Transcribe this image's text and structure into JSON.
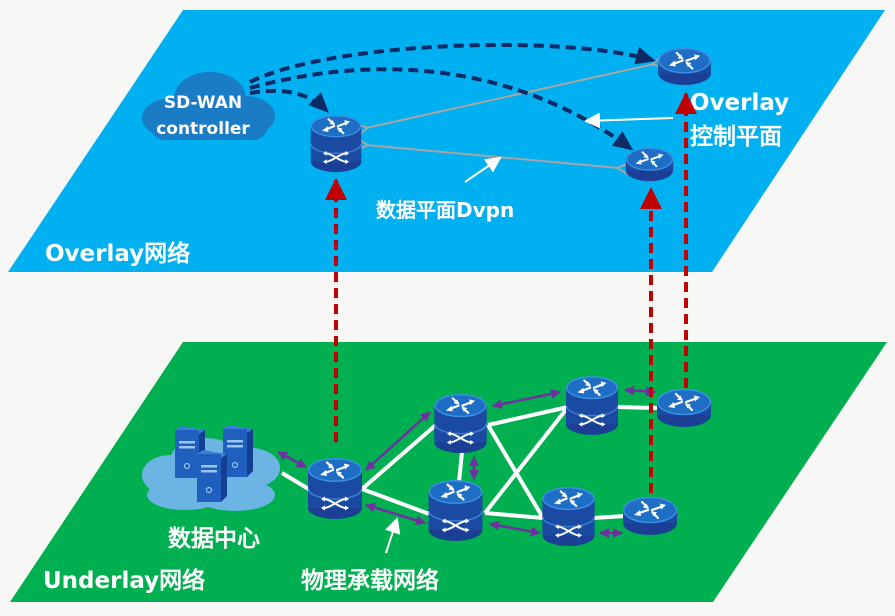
{
  "diagram": {
    "overlay": {
      "label": "Overlay网络",
      "controller": {
        "line1": "SD-WAN",
        "line2": "controller",
        "icon": "cloud-icon"
      },
      "data_plane_label": "数据平面Dvpn",
      "control_plane_label": {
        "line1": "Overlay",
        "line2": "控制平面"
      },
      "nodes": [
        {
          "id": "overlay-router-1",
          "icon": "router-switch-icon"
        },
        {
          "id": "overlay-router-2",
          "icon": "router-icon"
        },
        {
          "id": "overlay-router-3",
          "icon": "router-icon"
        }
      ]
    },
    "underlay": {
      "label": "Underlay网络",
      "datacenter_label": "数据中心",
      "datacenter_icon": "server-cloud-icon",
      "physical_label": "物理承载网络",
      "nodes": [
        {
          "id": "underlay-router-a",
          "icon": "router-switch-icon"
        },
        {
          "id": "underlay-router-b",
          "icon": "router-switch-icon"
        },
        {
          "id": "underlay-router-c",
          "icon": "router-switch-icon"
        },
        {
          "id": "underlay-router-d",
          "icon": "router-switch-icon"
        },
        {
          "id": "underlay-router-e",
          "icon": "router-switch-icon"
        },
        {
          "id": "underlay-router-f",
          "icon": "router-icon"
        },
        {
          "id": "underlay-router-g",
          "icon": "router-icon"
        }
      ]
    },
    "colors": {
      "background": "#f7f7f5",
      "overlay_plane": "#00b0f0",
      "underlay_plane": "#00b050",
      "controller_cloud": "#1b7cc6",
      "datacenter_cloud": "#6cb4e4",
      "control_line": "#0b2a66",
      "data_line": "#a6a6a6",
      "mapping_line": "#c00000",
      "physical_arrow": "#7030a0",
      "router_top": "#1e6ec6",
      "router_body": "#1a4aa2"
    }
  }
}
